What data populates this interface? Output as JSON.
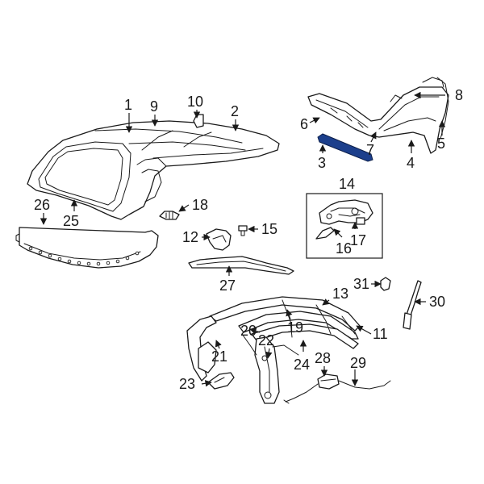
{
  "diagram": {
    "callouts": [
      "1",
      "2",
      "3",
      "4",
      "5",
      "6",
      "7",
      "8",
      "9",
      "10",
      "11",
      "12",
      "13",
      "14",
      "15",
      "16",
      "17",
      "18",
      "19",
      "20",
      "21",
      "22",
      "23",
      "24",
      "25",
      "26",
      "27",
      "28",
      "29",
      "30",
      "31"
    ],
    "highlighted_part": "3",
    "highlight_color": "#1c3f8c"
  }
}
